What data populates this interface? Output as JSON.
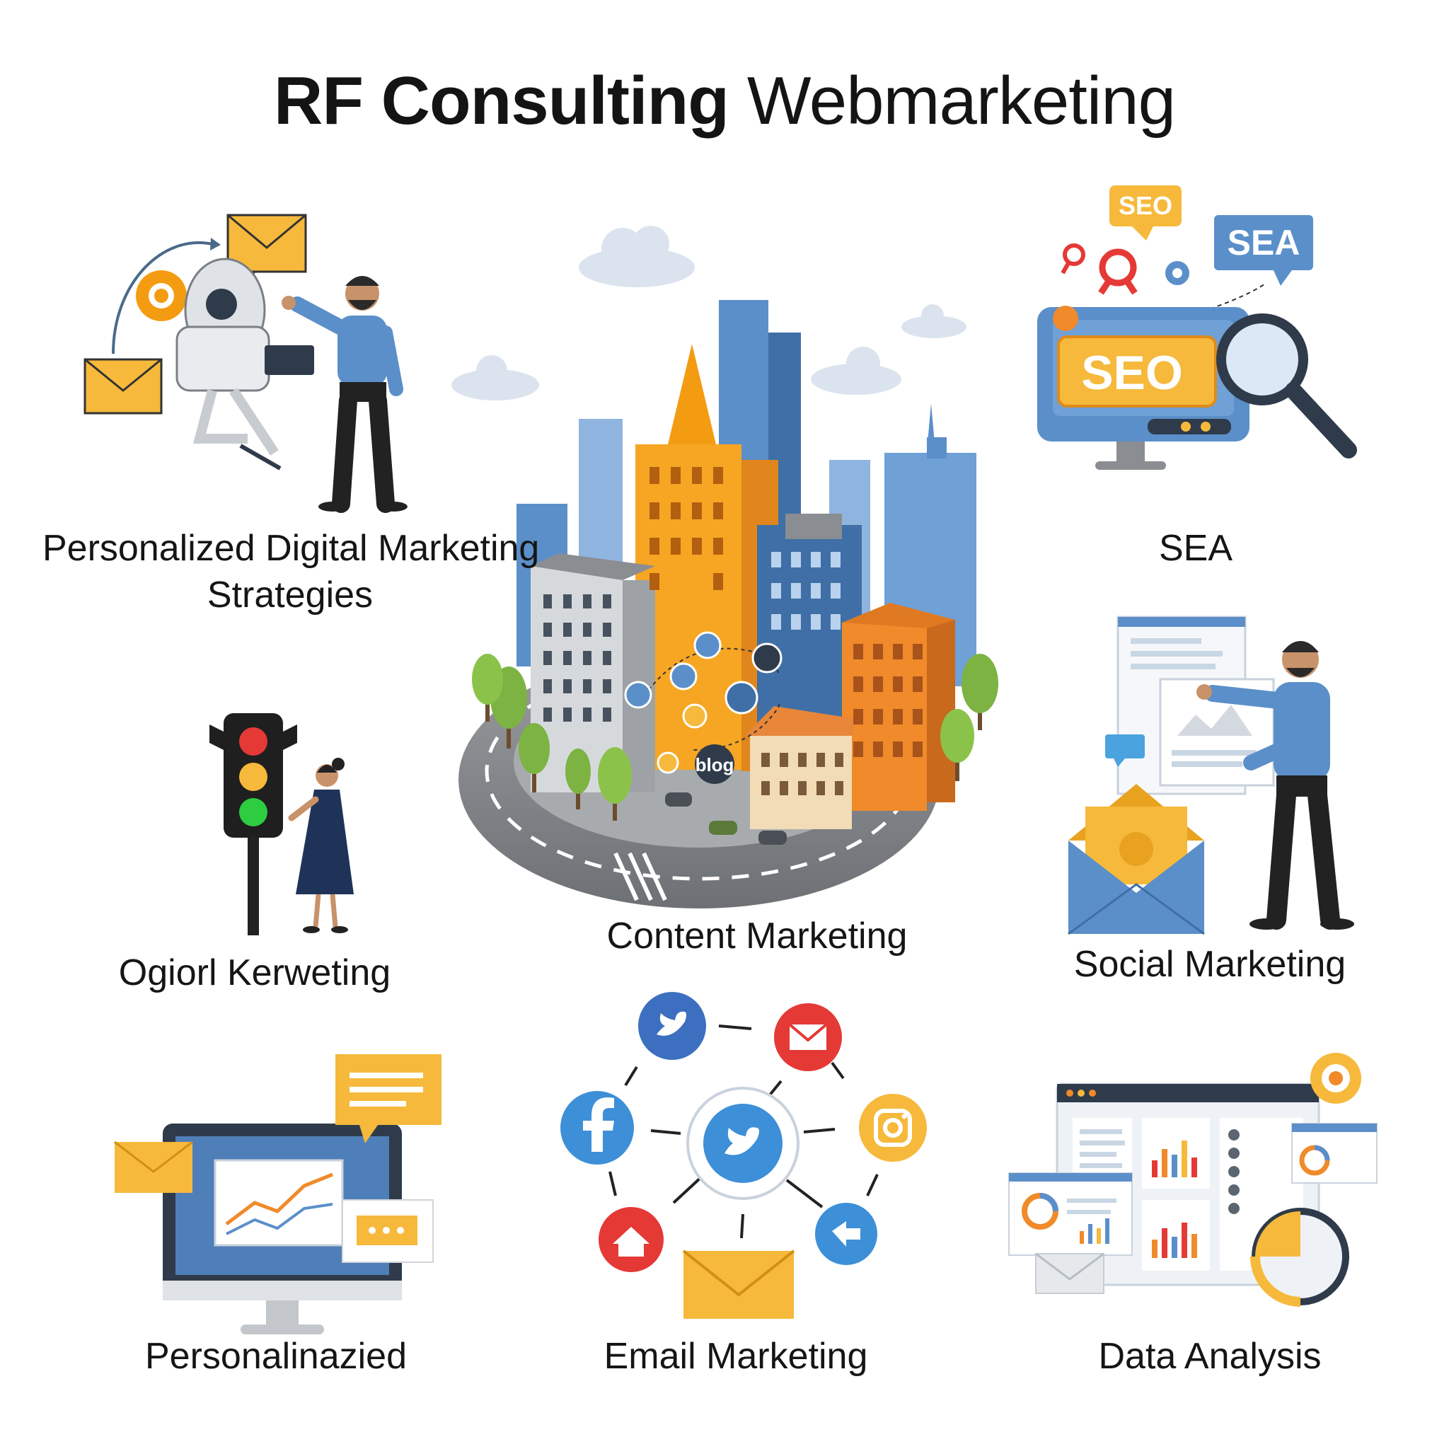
{
  "title": {
    "bold": "RF Consulting",
    "regular": "Webmarketing"
  },
  "sections": [
    {
      "label": "Personalized Digital Marketing",
      "label_line2": "Strategies",
      "icon": "person-presenting-icon"
    },
    {
      "label": "SEA",
      "icon": "seo-monitor-icon"
    },
    {
      "label": "Ogiorl Kerweting",
      "icon": "traffic-light-icon"
    },
    {
      "label": "Content Marketing",
      "icon": "city-icon"
    },
    {
      "label": "Social Marketing",
      "icon": "presenter-board-icon"
    },
    {
      "label": "Personalinazied",
      "icon": "monitor-chart-icon"
    },
    {
      "label": "Email Marketing",
      "icon": "social-network-icon"
    },
    {
      "label": "Data Analysis",
      "icon": "dashboard-icon"
    }
  ],
  "badges": {
    "seo_small": "SEO",
    "sea": "SEA",
    "seo_big": "SEO",
    "blog": "blog"
  },
  "colors": {
    "blue": "#5b8fc9",
    "orange": "#f08a2b",
    "yellow": "#f6b93b",
    "gray": "#8a8d91",
    "red": "#e53935",
    "green": "#7cb342"
  }
}
